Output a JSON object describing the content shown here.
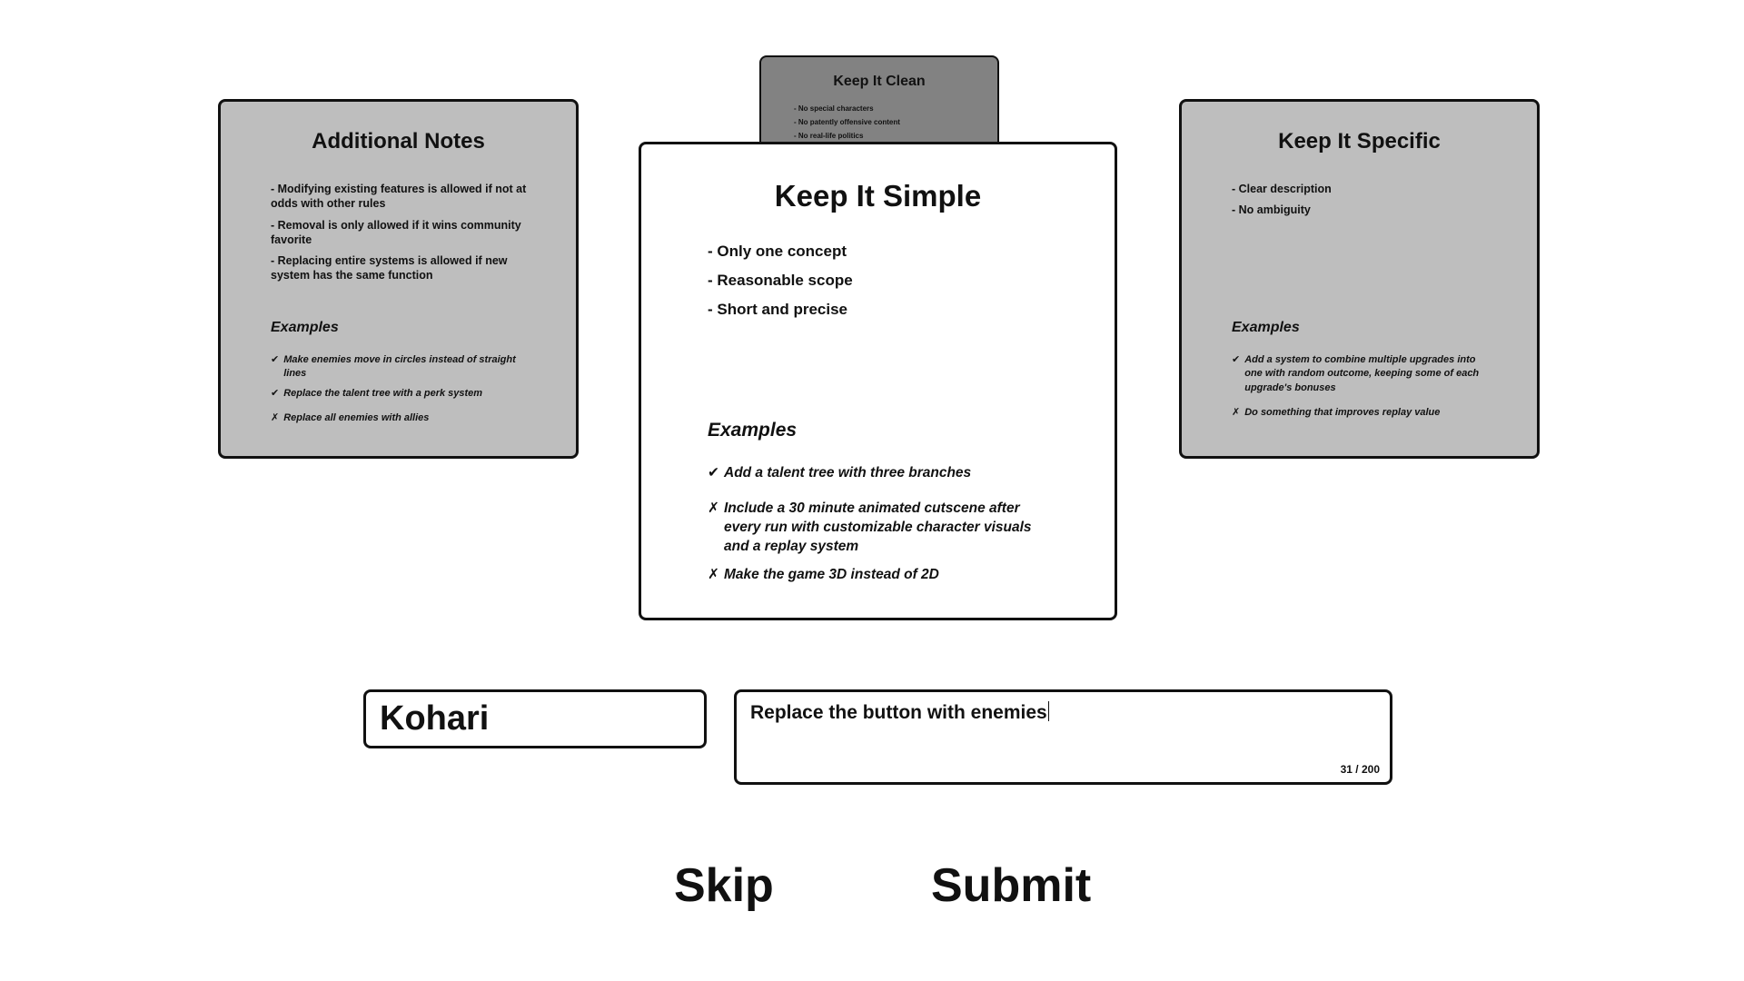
{
  "cards": {
    "clean": {
      "title": "Keep It Clean",
      "rules": [
        "- No special characters",
        "- No patently offensive content",
        "- No real-life politics"
      ]
    },
    "notes": {
      "title": "Additional Notes",
      "rules": [
        "- Modifying existing features is allowed if not at odds with other rules",
        "- Removal is only allowed if it wins community favorite",
        "- Replacing entire systems is allowed if new system has the same function"
      ],
      "examples_heading": "Examples",
      "examples": [
        {
          "mark": "✔",
          "text": "Make enemies move in circles instead of straight lines"
        },
        {
          "mark": "✔",
          "text": "Replace the talent tree with a perk system"
        },
        {
          "mark": "✗",
          "text": "Replace all enemies with allies"
        }
      ]
    },
    "simple": {
      "title": "Keep It Simple",
      "rules": [
        "- Only one concept",
        "- Reasonable scope",
        "- Short and precise"
      ],
      "examples_heading": "Examples",
      "examples": [
        {
          "mark": "✔",
          "text": "Add a talent tree with three branches"
        },
        {
          "mark": "✗",
          "text": "Include a 30 minute animated cutscene after every run with customizable character visuals and a replay system"
        },
        {
          "mark": "✗",
          "text": "Make the game 3D instead of 2D"
        }
      ]
    },
    "specific": {
      "title": "Keep It Specific",
      "rules": [
        "- Clear description",
        "- No ambiguity"
      ],
      "examples_heading": "Examples",
      "examples": [
        {
          "mark": "✔",
          "text": "Add a system to combine multiple upgrades into one with random outcome, keeping some of each upgrade's bonuses"
        },
        {
          "mark": "✗",
          "text": "Do something that improves replay value"
        }
      ]
    }
  },
  "form": {
    "name_value": "Kohari",
    "idea_value": "Replace the button with enemies",
    "char_counter": "31 / 200"
  },
  "actions": {
    "skip_label": "Skip",
    "submit_label": "Submit"
  }
}
